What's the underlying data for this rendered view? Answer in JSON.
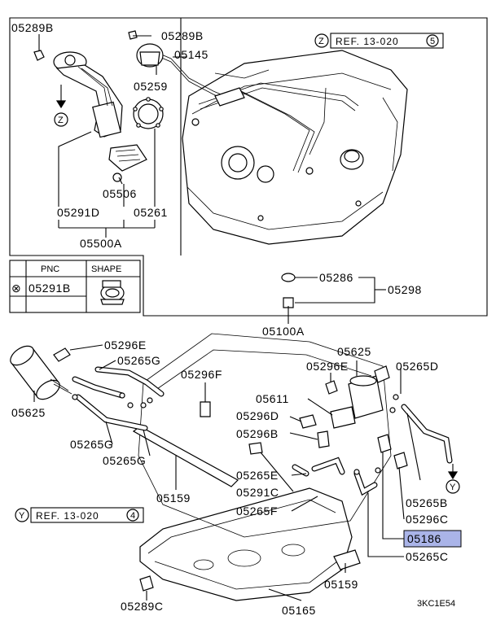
{
  "labels": {
    "l05289B_a": "05289B",
    "l05289B_b": "05289B",
    "l05145": "05145",
    "l05259": "05259",
    "l05506": "05506",
    "l05291D": "05291D",
    "l05261": "05261",
    "l05500A": "05500A",
    "l05286": "05286",
    "l05298": "05298",
    "l05100A": "05100A",
    "l05296E_a": "05296E",
    "l05265G_a": "05265G",
    "l05296F": "05296F",
    "l05625_a": "05625",
    "l05296E_b": "05296E",
    "l05625_b": "05625",
    "l05265D": "05265D",
    "l05611": "05611",
    "l05296D": "05296D",
    "l05296B": "05296B",
    "l05265G_b": "05265G",
    "l05265G_c": "05265G",
    "l05265E": "05265E",
    "l05291C": "05291C",
    "l05159_a": "05159",
    "l05265F": "05265F",
    "l05265B": "05265B",
    "l05296C": "05296C",
    "l05186": "05186",
    "l05265C": "05265C",
    "l05159_b": "05159",
    "l05289C": "05289C",
    "l05165": "05165"
  },
  "callouts": {
    "z": "Z",
    "y": "Y"
  },
  "refs": {
    "z_ref": "REF. 13-020",
    "z_num": "5",
    "y_ref": "REF. 13-020",
    "y_num": "4"
  },
  "table": {
    "headers": [
      "PNC",
      "SHAPE"
    ],
    "row_symbol": "⊗",
    "row_pnc": "05291B"
  },
  "drawing_code": "3KC1E54",
  "highlight": {
    "color": "#aab4e8",
    "label": "05186"
  }
}
